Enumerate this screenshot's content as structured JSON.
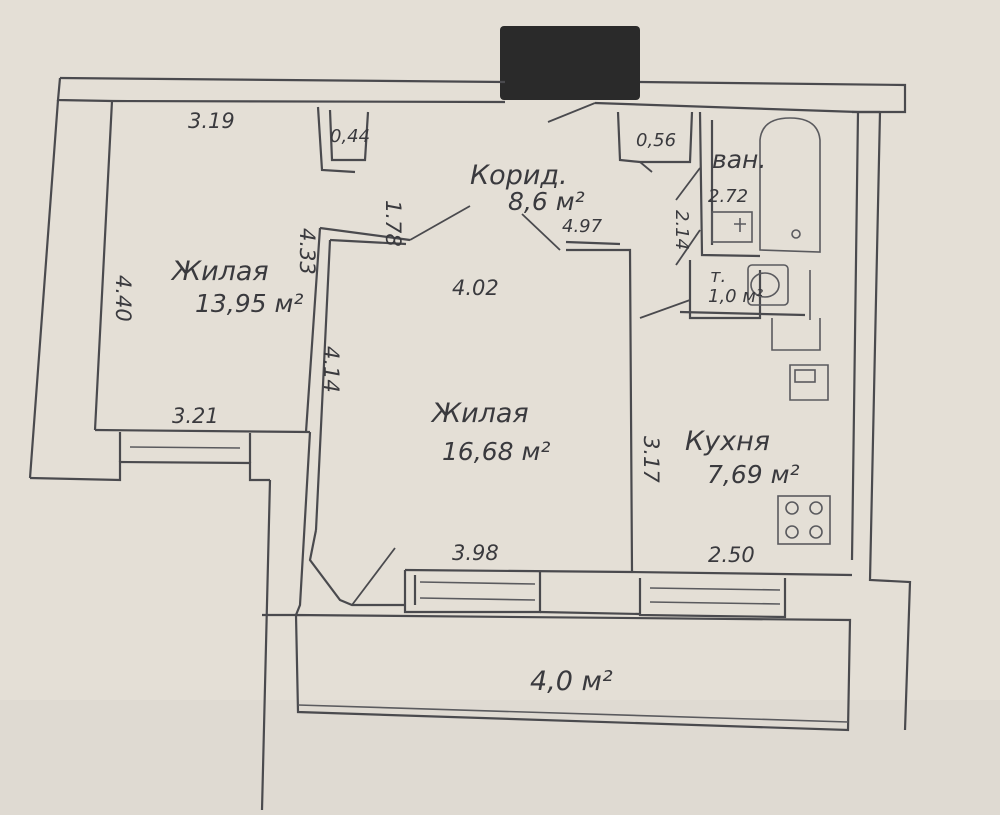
{
  "colors": {
    "paper": "#e4dfd6",
    "paper_shadow": "#d6d1c8",
    "ink": "#3a3a3e",
    "redaction": "#2a2a2a"
  },
  "icons": {
    "redaction": "redaction-block",
    "bathtub": "bathtub-icon",
    "toilet": "toilet-icon",
    "sink": "sink-icon",
    "stove": "stove-icon"
  },
  "rooms": {
    "living_small": {
      "name": "Жилая",
      "area": "13,95 м²"
    },
    "living_large": {
      "name": "Жилая",
      "area": "16,68 м²"
    },
    "corridor": {
      "name": "Корид.",
      "area": "8,6 м²"
    },
    "kitchen": {
      "name": "Кухня",
      "area": "7,69 м²"
    },
    "bath": {
      "name": "ван."
    },
    "toilet": {
      "name": "т.",
      "area": "1,0 м²"
    },
    "balcony": {
      "area": "4,0 м²"
    }
  },
  "dimensions": {
    "top_left_room_width": "3.19",
    "closet_left": "0,44",
    "corridor_depth": "1.78",
    "small_room_partition": "4.33",
    "small_room_height": "4.40",
    "small_room_bottom": "3.21",
    "corridor_length": "4.97",
    "closet_right": "0,56",
    "bath_width": "2.72",
    "bath_depth": "2.14",
    "large_room_top": "4.02",
    "large_room_left": "4.14",
    "large_room_right": "3.17",
    "large_room_bottom": "3.98",
    "kitchen_bottom": "2.50"
  }
}
